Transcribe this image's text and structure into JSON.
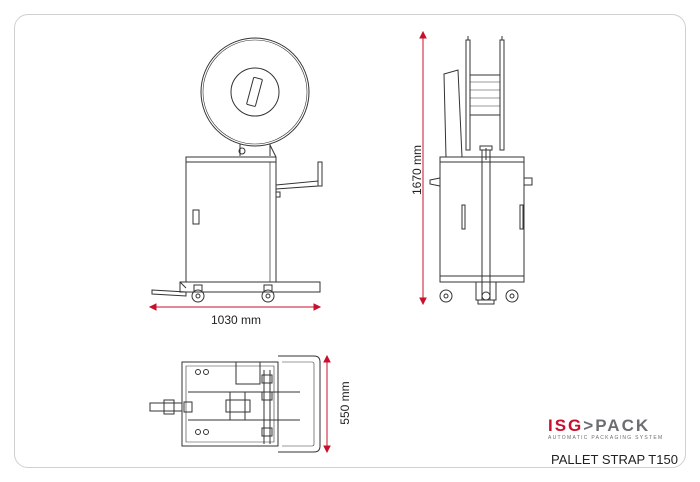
{
  "dimensions": {
    "width": "1030 mm",
    "height": "1670 mm",
    "depth": "550 mm"
  },
  "brand": {
    "logo_red": "ISG",
    "logo_gray": "PACK",
    "tagline": "AUTOMATIC PACKAGING SYSTEM",
    "model": "PALLET STRAP T150"
  },
  "colors": {
    "dimension_line": "#c8102e",
    "drawing_line": "#333333",
    "brand_red": "#c8102e",
    "brand_gray": "#6d6e71"
  }
}
